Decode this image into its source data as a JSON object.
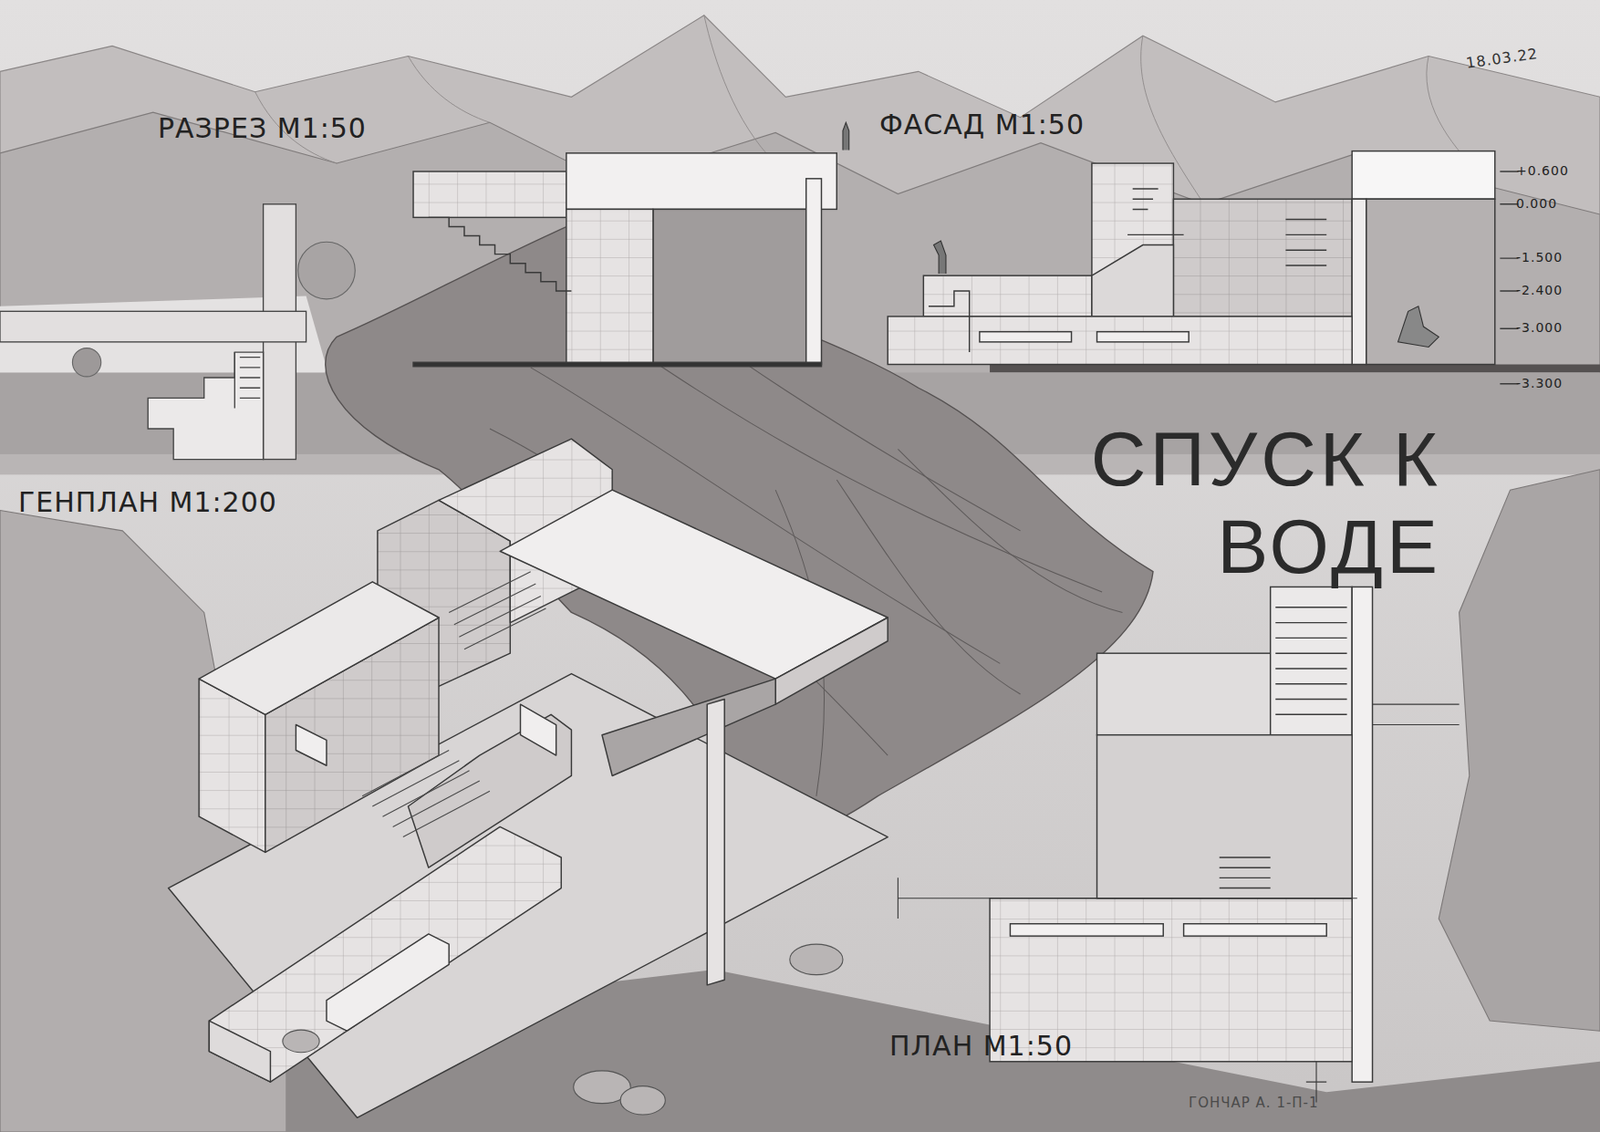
{
  "diagram": {
    "title": "СПУСК К ВОДЕ",
    "labels": [
      "РАЗРЕЗ М1:50",
      "ФАСАД М1:50",
      "ГЕНПЛАН М1:200",
      "ПЛАН М1:50",
      "18.03.22",
      "+0.600",
      "0.000",
      "-1.500",
      "-2.400",
      "-3.000",
      "-3.300",
      "ГОНЧАР А. 1-П-1"
    ]
  }
}
